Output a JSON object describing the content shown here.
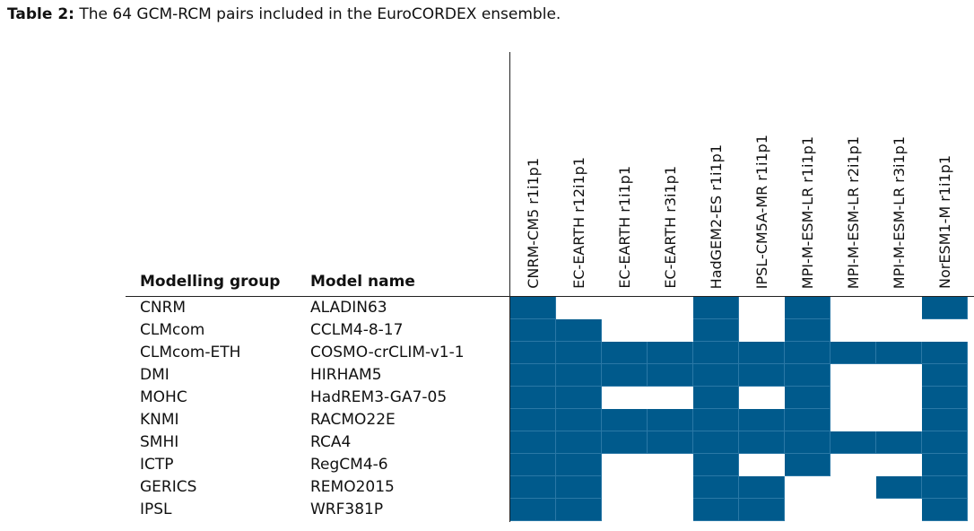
{
  "caption": {
    "label": "Table 2:",
    "text": "The 64 GCM-RCM pairs included in the EuroCORDEX ensemble."
  },
  "headers": {
    "group": "Modelling group",
    "model": "Model name"
  },
  "fill_color": "#005a8c",
  "columns": [
    "CNRM-CM5 r1i1p1",
    "EC-EARTH r12i1p1",
    "EC-EARTH r1i1p1",
    "EC-EARTH r3i1p1",
    "HadGEM2-ES r1i1p1",
    "IPSL-CM5A-MR r1i1p1",
    "MPI-M-ESM-LR r1i1p1",
    "MPI-M-ESM-LR r2i1p1",
    "MPI-M-ESM-LR r3i1p1",
    "NorESM1-M r1i1p1"
  ],
  "rows": [
    {
      "group": "CNRM",
      "model": "ALADIN63",
      "cells": [
        1,
        0,
        0,
        0,
        1,
        0,
        1,
        0,
        0,
        1
      ]
    },
    {
      "group": "CLMcom",
      "model": "CCLM4-8-17",
      "cells": [
        1,
        1,
        0,
        0,
        1,
        0,
        1,
        0,
        0,
        0
      ]
    },
    {
      "group": "CLMcom-ETH",
      "model": "COSMO-crCLIM-v1-1",
      "cells": [
        1,
        1,
        1,
        1,
        1,
        1,
        1,
        1,
        1,
        1
      ]
    },
    {
      "group": "DMI",
      "model": "HIRHAM5",
      "cells": [
        1,
        1,
        1,
        1,
        1,
        1,
        1,
        0,
        0,
        1
      ]
    },
    {
      "group": "MOHC",
      "model": "HadREM3-GA7-05",
      "cells": [
        1,
        1,
        0,
        0,
        1,
        0,
        1,
        0,
        0,
        1
      ]
    },
    {
      "group": "KNMI",
      "model": "RACMO22E",
      "cells": [
        1,
        1,
        1,
        1,
        1,
        1,
        1,
        0,
        0,
        1
      ]
    },
    {
      "group": "SMHI",
      "model": "RCA4",
      "cells": [
        1,
        1,
        1,
        1,
        1,
        1,
        1,
        1,
        1,
        1
      ]
    },
    {
      "group": "ICTP",
      "model": "RegCM4-6",
      "cells": [
        1,
        1,
        0,
        0,
        1,
        0,
        1,
        0,
        0,
        1
      ]
    },
    {
      "group": "GERICS",
      "model": "REMO2015",
      "cells": [
        1,
        1,
        0,
        0,
        1,
        1,
        0,
        0,
        1,
        1
      ]
    },
    {
      "group": "IPSL",
      "model": "WRF381P",
      "cells": [
        1,
        1,
        0,
        0,
        1,
        1,
        0,
        0,
        0,
        1
      ]
    }
  ]
}
